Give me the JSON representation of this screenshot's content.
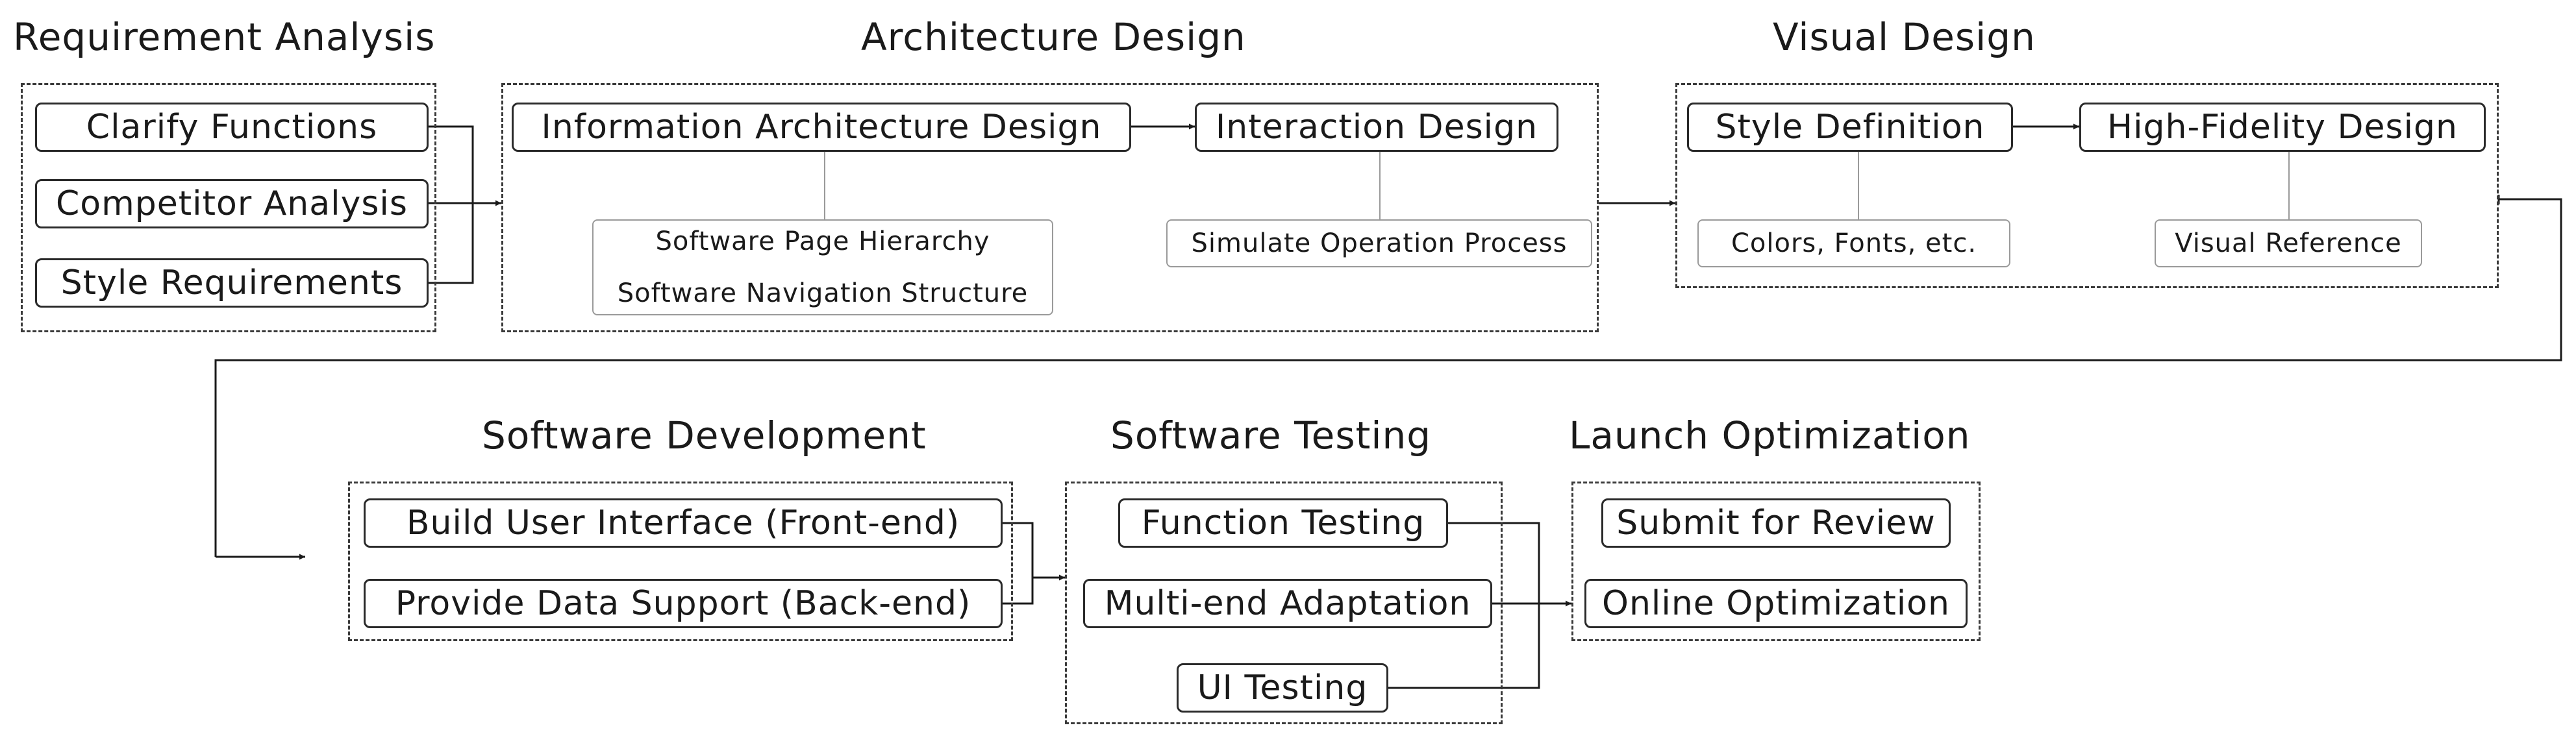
{
  "stages": {
    "requirement_analysis": {
      "title": "Requirement Analysis",
      "items": [
        "Clarify Functions",
        "Competitor Analysis",
        "Style Requirements"
      ]
    },
    "architecture_design": {
      "title": "Architecture Design",
      "items": [
        "Information Architecture Design",
        "Interaction Design"
      ],
      "notes": {
        "information_architecture": [
          "Software Page Hierarchy",
          "Software Navigation Structure"
        ],
        "interaction": "Simulate Operation Process"
      }
    },
    "visual_design": {
      "title": "Visual Design",
      "items": [
        "Style Definition",
        "High-Fidelity Design"
      ],
      "notes": {
        "style_definition": "Colors, Fonts, etc.",
        "high_fidelity": "Visual Reference"
      }
    },
    "software_development": {
      "title": "Software Development",
      "items": [
        "Build User Interface (Front-end)",
        "Provide Data Support (Back-end)"
      ]
    },
    "software_testing": {
      "title": "Software Testing",
      "items": [
        "Function Testing",
        "Multi-end Adaptation",
        "UI Testing"
      ]
    },
    "launch_optimization": {
      "title": "Launch Optimization",
      "items": [
        "Submit for Review",
        "Online Optimization"
      ]
    }
  }
}
